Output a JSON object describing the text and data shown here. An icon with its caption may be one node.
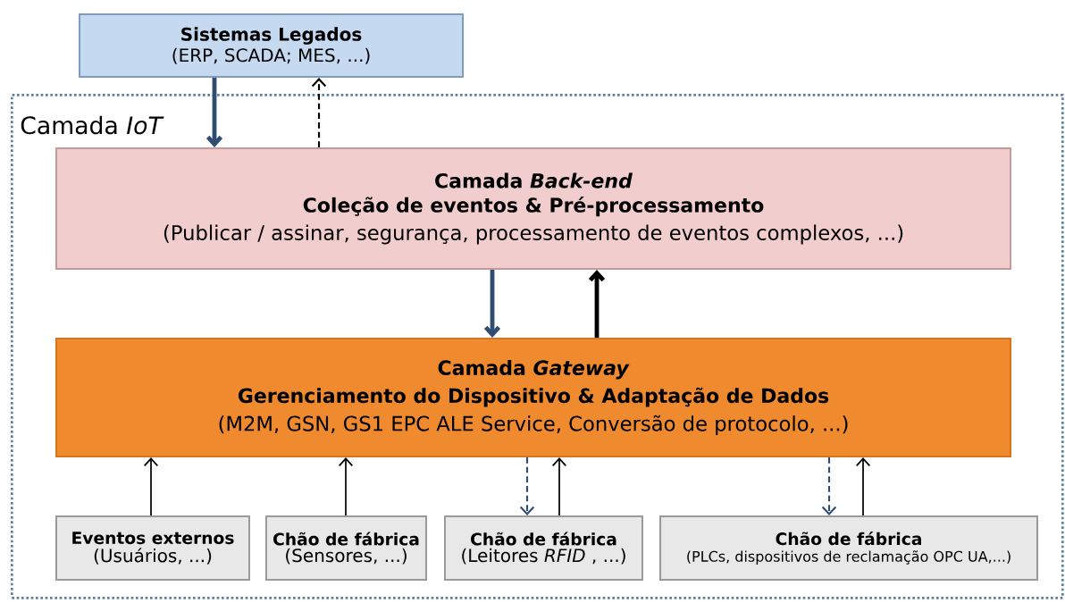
{
  "diagram": {
    "nodes": [
      {
        "text": [
          "Sistemas Legados",
          "(ERP, SCADA; MES, ...)"
        ]
      },
      {
        "text": [
          "Camada *IoT*"
        ]
      },
      {
        "text": [
          "Camada *Back-end*",
          "Coleção de eventos & Pré-processamento",
          "(Publicar / assinar, segurança, processamento de eventos complexos, ...)"
        ],
        "in": 1
      },
      {
        "text": [
          "Camada *Gateway*",
          "Gerenciamento do Dispositivo & Adaptação de Dados",
          "(M2M, GSN, GS1 EPC ALE Service, Conversão de protocolo, ...)"
        ],
        "in": 1
      },
      {
        "text": [
          "Eventos externos",
          "(Usuários, ...)"
        ],
        "in": 1
      },
      {
        "text": [
          "Chão de fábrica",
          "(Sensores, ...)"
        ],
        "in": 1
      },
      {
        "text": [
          "Chão de fábrica",
          "(Leitores *RFID* , ...)"
        ],
        "in": 1
      },
      {
        "text": [
          "Chão de fábrica",
          "(PLCs, dispositivos de reclamação OPC UA,...)"
        ],
        "in": 1
      }
    ],
    "edges": [
      {
        "from": 0,
        "to": 2,
        "arrow": "to",
        "style": "thick",
        "color": "#2f4d73"
      },
      {
        "from": 2,
        "to": 0,
        "arrow": "to",
        "style": "dashed"
      },
      {
        "from": 2,
        "to": 3,
        "arrow": "to",
        "style": "thick",
        "color": "#2f4d73"
      },
      {
        "from": 3,
        "to": 2,
        "arrow": "to",
        "style": "thick"
      },
      {
        "from": 4,
        "to": 3,
        "arrow": "to"
      },
      {
        "from": 5,
        "to": 3,
        "arrow": "to"
      },
      {
        "from": 3,
        "to": 6,
        "arrow": "to",
        "style": "dashed",
        "color": "#2f4d73"
      },
      {
        "from": 6,
        "to": 3,
        "arrow": "to"
      },
      {
        "from": 3,
        "to": 7,
        "arrow": "to",
        "style": "dashed",
        "color": "#2f4d73"
      },
      {
        "from": 7,
        "to": 3,
        "arrow": "to"
      }
    ]
  }
}
